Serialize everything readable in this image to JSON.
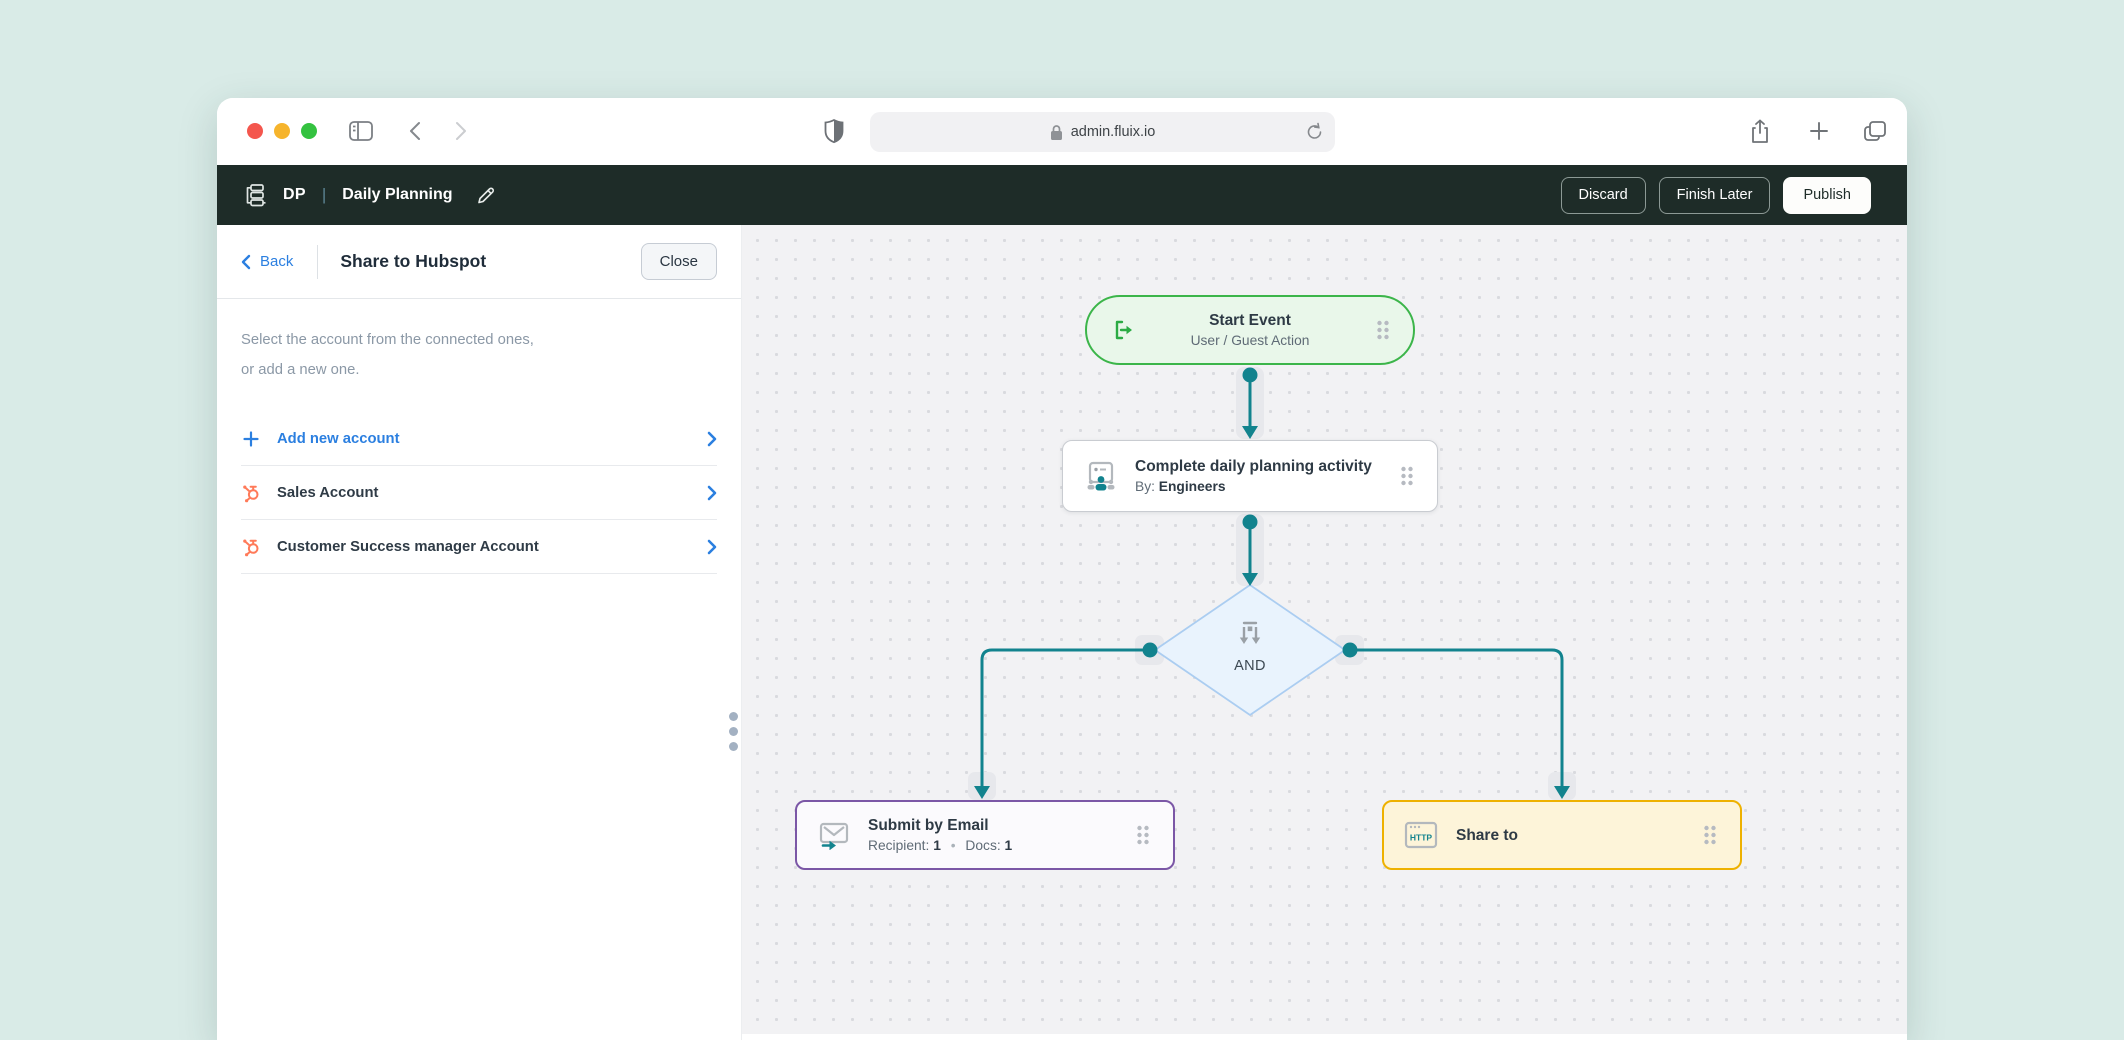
{
  "browser": {
    "url": "admin.fluix.io"
  },
  "app_header": {
    "initials": "DP",
    "divider": "|",
    "title": "Daily Planning",
    "discard_label": "Discard",
    "finish_later_label": "Finish Later",
    "publish_label": "Publish"
  },
  "panel": {
    "back_label": "Back",
    "title": "Share to Hubspot",
    "close_label": "Close",
    "description_line1": "Select the account from the connected ones,",
    "description_line2": "or add a new one.",
    "add_new_label": "Add new account",
    "accounts": [
      {
        "label": "Sales Account"
      },
      {
        "label": "Customer Success manager Account"
      }
    ]
  },
  "canvas": {
    "nodes": {
      "start": {
        "title": "Start Event",
        "subtitle": "User / Guest Action"
      },
      "activity": {
        "title": "Complete daily planning activity",
        "by_label": "By:",
        "by_value": "Engineers"
      },
      "gateway": {
        "label": "AND"
      },
      "email": {
        "title": "Submit by Email",
        "recipient_label": "Recipient:",
        "recipient_value": "1",
        "separator": "•",
        "docs_label": "Docs:",
        "docs_value": "1"
      },
      "share": {
        "title": "Share to",
        "icon_text": "HTTP"
      }
    }
  },
  "colors": {
    "accent_teal": "#12838e",
    "header_dark": "#1e2c28",
    "link_blue": "#2b7fe0",
    "hubspot_orange": "#ff7a59",
    "start_green_border": "#3cb54a",
    "start_green_fill": "#e9f7ea",
    "gateway_blue_fill": "#e9f3fd",
    "gateway_blue_border": "#abcdf1",
    "email_purple": "#7b57a6",
    "share_amber": "#eeb100",
    "page_mint": "#d9ebe7",
    "canvas_gray": "#f2f2f4"
  }
}
